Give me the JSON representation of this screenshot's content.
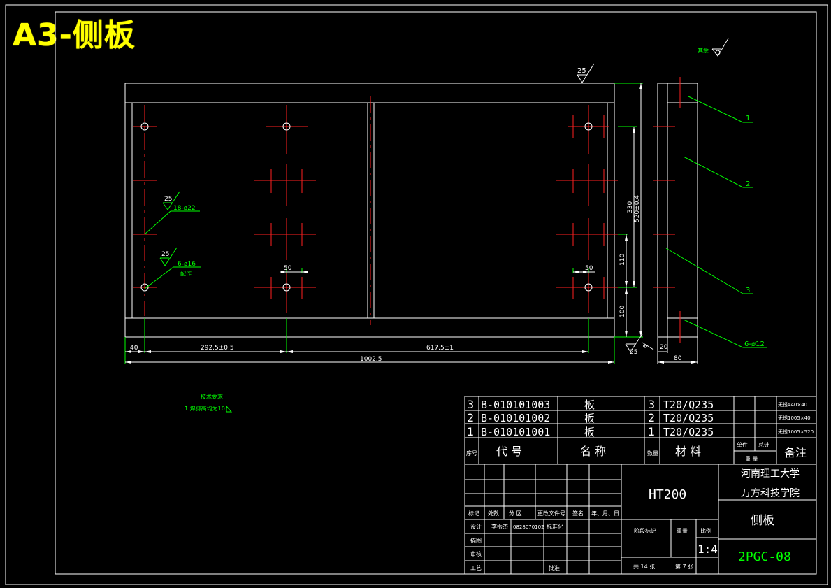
{
  "sheet_title": "A3-侧板",
  "surface_finish_top": "25",
  "surface_finish_corner_label": "其余",
  "callouts": {
    "finish_a": "25",
    "holes_large": "18-ø22",
    "finish_b": "25",
    "holes_small": "6-ø16",
    "holes_small_note": "配作"
  },
  "dims": {
    "d40": "40",
    "d292": "292.5±0.5",
    "d617": "617.5±1",
    "d1002": "1002.5",
    "d50a": "50",
    "d50b": "50",
    "d330": "330",
    "d520": "520±0.4",
    "d110": "110",
    "d100": "100",
    "d25b": "25",
    "d20": "20",
    "d80": "80",
    "d6a": "6"
  },
  "side_view_parts": [
    "1",
    "2",
    "3",
    "6-ø12"
  ],
  "tech_req": {
    "title": "技术要求",
    "item1": "1.焊脚高均为10"
  },
  "bom": {
    "rows": [
      {
        "no": "3",
        "code": "B-010101003",
        "name": "板",
        "qty": "3",
        "material": "T20/Q235",
        "note": "无锈440×40"
      },
      {
        "no": "2",
        "code": "B-010101002",
        "name": "板",
        "qty": "2",
        "material": "T20/Q235",
        "note": "无锈1005×40"
      },
      {
        "no": "1",
        "code": "B-010101001",
        "name": "板",
        "qty": "1",
        "material": "T20/Q235",
        "note": "无锈1005×520"
      }
    ],
    "header": {
      "no": "序号",
      "code": "代   号",
      "name": "名   称",
      "qty": "数量",
      "material": "材   料",
      "unit_weight": "单件",
      "total_weight": "总计",
      "weight": "重   量",
      "note": "备注"
    }
  },
  "title_block": {
    "material": "HT200",
    "school_1": "河南理工大学",
    "school_2": "万方科技学院",
    "part_name": "侧板",
    "drawing_no": "2PGC-08",
    "scale_label": "比例",
    "scale": "1:4",
    "stage_label": "阶段标记",
    "weight_label": "重量",
    "sheets_total": "共 14 张",
    "sheet_no": "第 7 张",
    "rev_mark": "标记",
    "rev_count": "处数",
    "rev_zone": "分   区",
    "rev_doc": "更改文件号",
    "rev_sign": "签名",
    "rev_date": "年、月、日",
    "designer_label": "设计",
    "designer": "李振杰",
    "designer_id": "0828070102",
    "std_label": "标准化",
    "check_label": "审核",
    "proc_label": "工艺",
    "approve_label": "批准",
    "draw_label": "描图"
  }
}
